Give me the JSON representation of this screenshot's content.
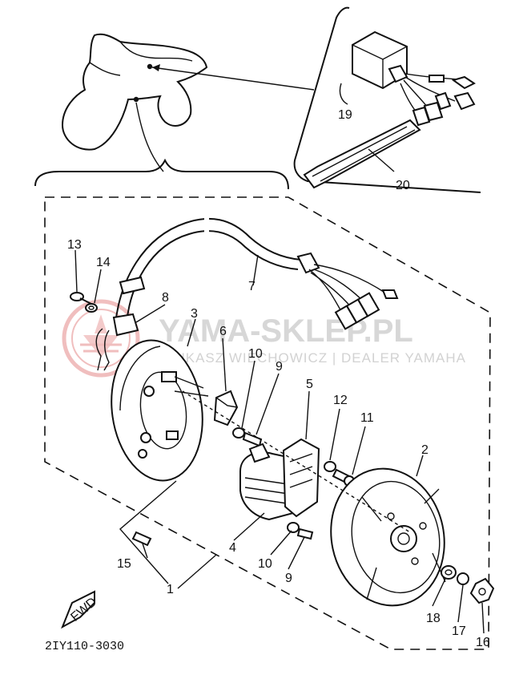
{
  "watermark": {
    "brand": "YAMA-SKLEP.PL",
    "dealer": "ŁUKASZ WIECHOWICZ | DEALER YAMAHA",
    "color": "#e05050"
  },
  "diagram_code": "2IY110-3030",
  "fwd_label": "FWD",
  "part_labels": {
    "p1": "1",
    "p2": "2",
    "p3": "3",
    "p4": "4",
    "p5": "5",
    "p6": "6",
    "p7": "7",
    "p8": "8",
    "p9a": "9",
    "p9b": "9",
    "p10a": "10",
    "p10b": "10",
    "p11": "11",
    "p12": "12",
    "p13": "13",
    "p14": "14",
    "p15": "15",
    "p16": "16",
    "p17": "17",
    "p18": "18",
    "p19": "19",
    "p20": "20"
  }
}
